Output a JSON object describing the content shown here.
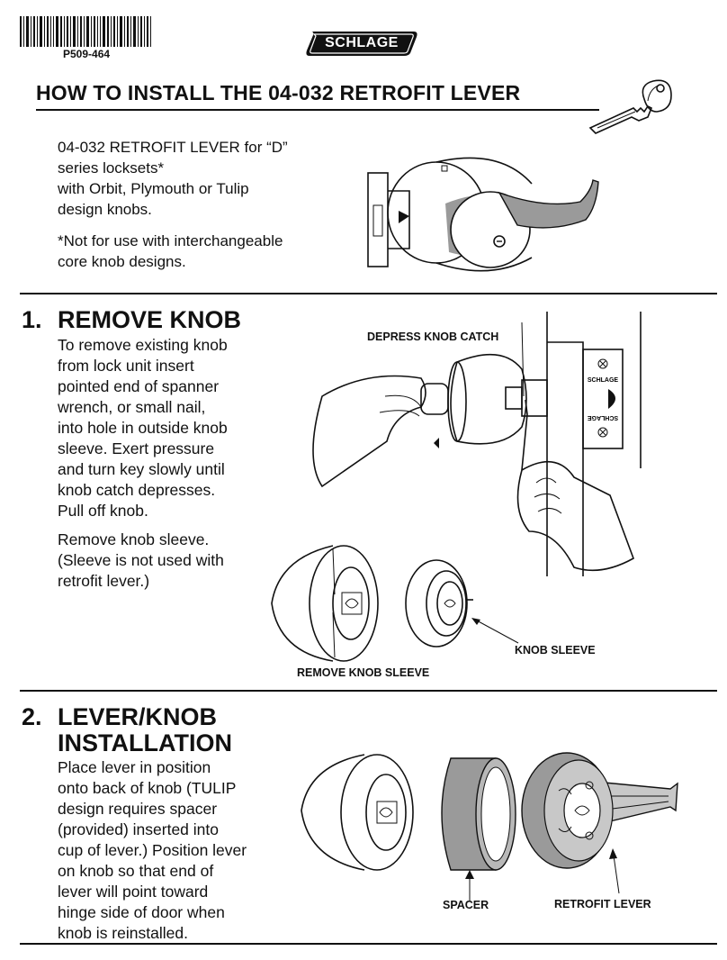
{
  "header": {
    "part_number": "P509-464",
    "brand": "SCHLAGE",
    "title": "HOW TO INSTALL THE 04-032 RETROFIT LEVER"
  },
  "intro": {
    "line1": "04-032 RETROFIT LEVER for “D”",
    "line2": "series locksets*",
    "line3": "with Orbit, Plymouth or Tulip",
    "line4": "design knobs.",
    "note1": "*Not for use with interchangeable",
    "note2": "core knob designs."
  },
  "step1": {
    "number": "1.",
    "heading": "REMOVE KNOB",
    "text_lines": [
      "To remove existing knob",
      "from lock unit insert",
      "pointed end of spanner",
      "wrench, or small nail,",
      "into hole in outside knob",
      "sleeve. Exert pressure",
      "and turn key slowly until",
      "knob catch depresses.",
      "Pull off knob."
    ],
    "text2_lines": [
      "Remove knob sleeve.",
      "(Sleeve is not used with",
      "retrofit lever.)"
    ],
    "callout_catch": "DEPRESS KNOB CATCH",
    "callout_sleeve": "KNOB SLEEVE",
    "callout_remove": "REMOVE KNOB SLEEVE",
    "strike_brand": "SCHLAGE"
  },
  "step2": {
    "number": "2.",
    "heading_line1": "LEVER/KNOB",
    "heading_line2": "INSTALLATION",
    "text_lines": [
      "Place lever in position",
      "onto back of knob (TULIP",
      "design requires spacer",
      "(provided) inserted into",
      "cup of lever.) Position lever",
      "on knob so that end of",
      "lever will point toward",
      "hinge side of door when",
      "knob is reinstalled."
    ],
    "callout_spacer": "SPACER",
    "callout_lever": "RETROFIT LEVER"
  },
  "colors": {
    "ink": "#111111",
    "gray": "#9a9a9a",
    "light_gray": "#c8c8c8"
  }
}
